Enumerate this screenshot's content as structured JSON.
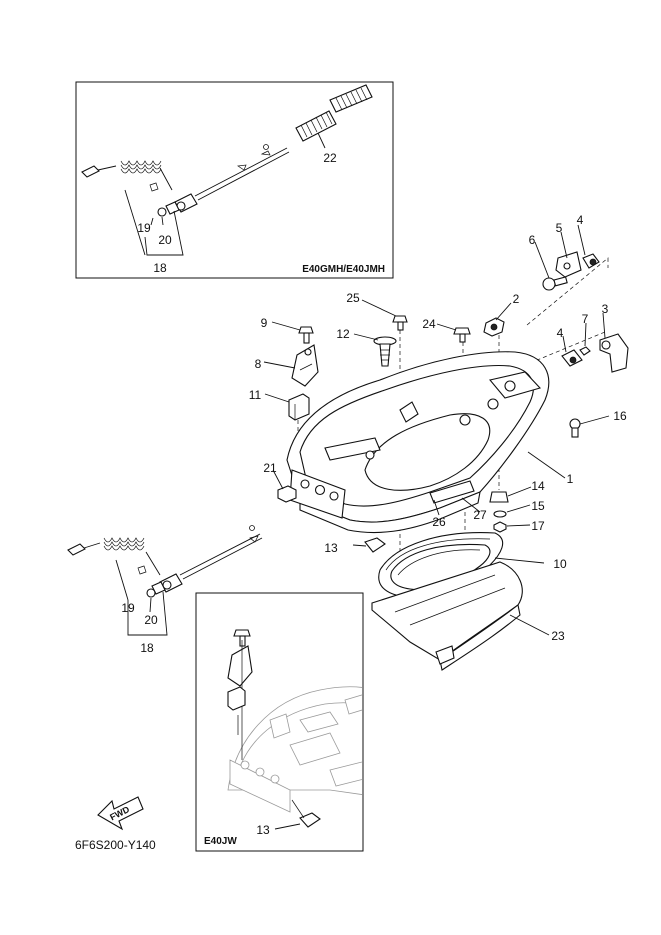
{
  "figure_code": "6F6S200-Y140",
  "inset_top": {
    "model_label": "E40GMH/E40JMH"
  },
  "inset_bottom": {
    "model_label": "E40JW"
  },
  "fwd_arrow": {
    "label": "FWD"
  },
  "callouts": {
    "c1": "1",
    "c2": "2",
    "c3": "3",
    "c4a": "4",
    "c4b": "4",
    "c5": "5",
    "c6": "6",
    "c7": "7",
    "c8": "8",
    "c9": "9",
    "c10": "10",
    "c11": "11",
    "c12": "12",
    "c13a": "13",
    "c13b": "13",
    "c14": "14",
    "c15": "15",
    "c16": "16",
    "c17": "17",
    "c18a": "18",
    "c18b": "18",
    "c19a": "19",
    "c19b": "19",
    "c20a": "20",
    "c20b": "20",
    "c21": "21",
    "c22": "22",
    "c23": "23",
    "c24": "24",
    "c25": "25",
    "c26": "26",
    "c27": "27"
  }
}
